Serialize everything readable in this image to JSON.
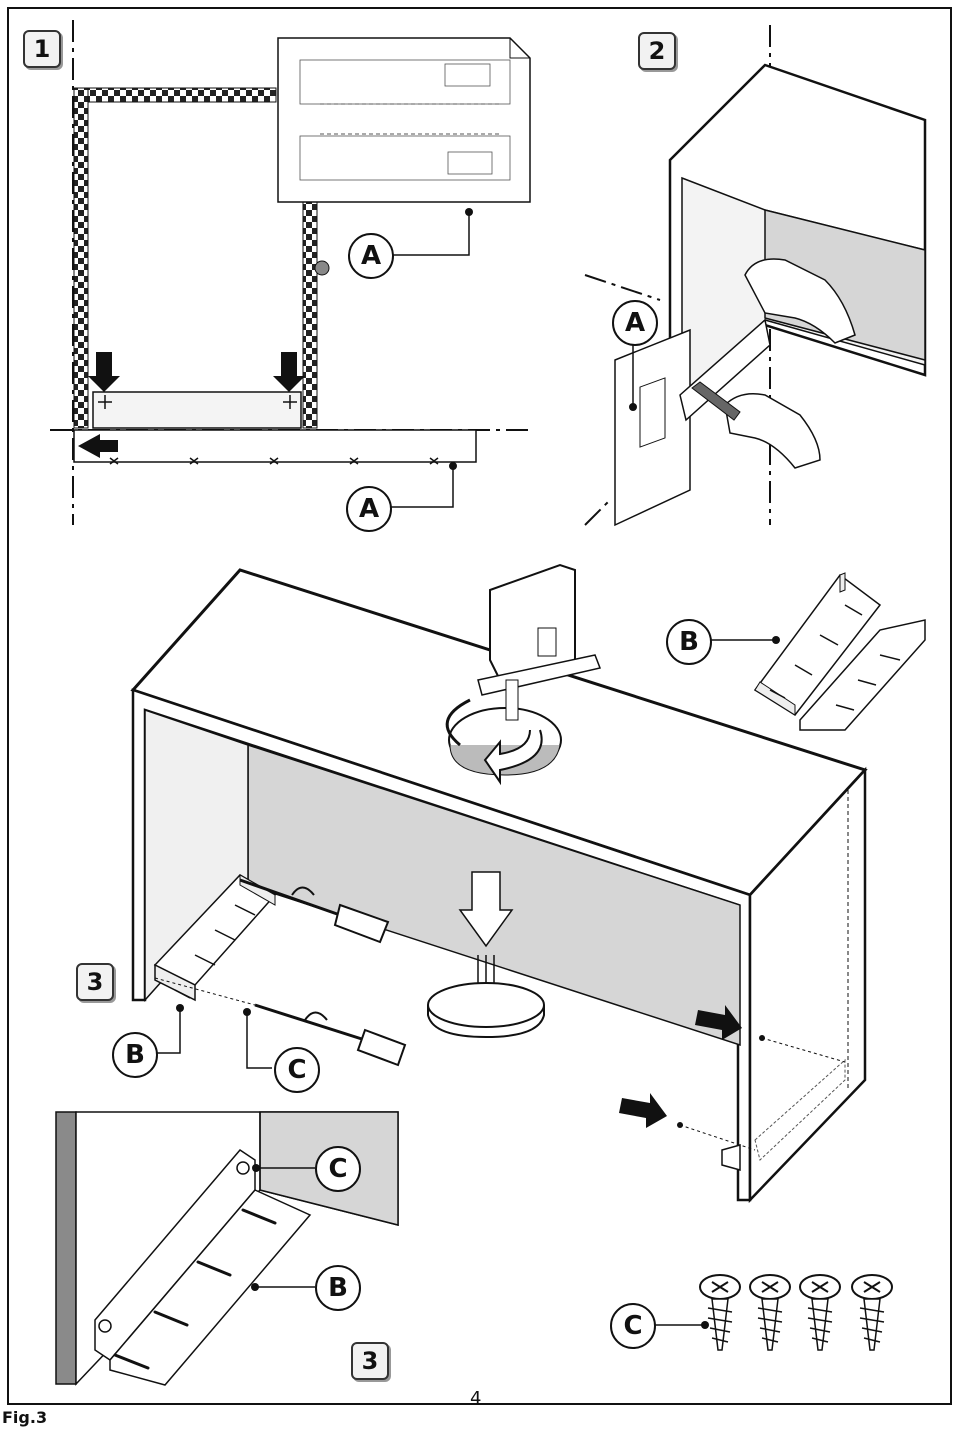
{
  "steps": {
    "step1": "1",
    "step2": "2",
    "step3": "3",
    "step3_detail": "3"
  },
  "callouts": {
    "template": "A",
    "template_edge": "A",
    "template_wall": "A",
    "brackets": "B",
    "bracket_mount": "B",
    "bracket_detail": "B",
    "screw_mount": "C",
    "screw_detail": "C",
    "screws": "C"
  },
  "page_number": "4",
  "figure_label": "Fig.3",
  "colors": {
    "line": "#111111",
    "panel_gray": "#d6d6d6",
    "panel_dark": "#8a8a8a",
    "background": "#ffffff"
  },
  "icons": [
    "jigsaw-icon",
    "screwdriver-icon",
    "hand-icon",
    "pencil-icon",
    "screw-icon",
    "arrow-icon"
  ]
}
